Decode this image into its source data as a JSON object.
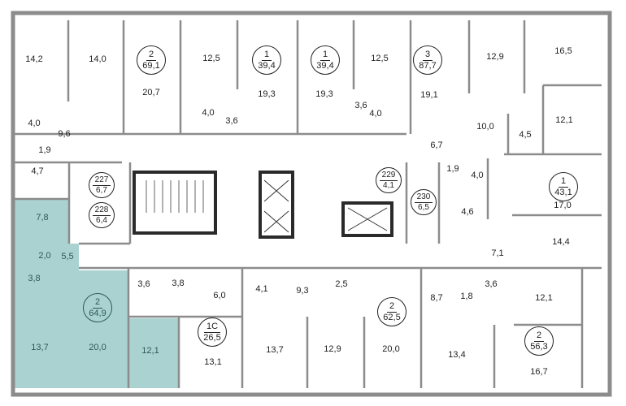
{
  "colors": {
    "highlight": "#a9d2d0",
    "wall": "#8c8c8c",
    "wall_dark": "#2a2a2a"
  },
  "apartments": [
    {
      "id": "apt-2-69",
      "rooms": "2",
      "area": "69,1"
    },
    {
      "id": "apt-1-39a",
      "rooms": "1",
      "area": "39,4"
    },
    {
      "id": "apt-1-39b",
      "rooms": "1",
      "area": "39,4"
    },
    {
      "id": "apt-3-87",
      "rooms": "3",
      "area": "87,7"
    },
    {
      "id": "apt-1-43",
      "rooms": "1",
      "area": "43,1"
    },
    {
      "id": "apt-2-64",
      "rooms": "2",
      "area": "64,9",
      "highlighted": true
    },
    {
      "id": "apt-1c-26",
      "rooms": "1С",
      "area": "26,5"
    },
    {
      "id": "apt-2-62",
      "rooms": "2",
      "area": "62,5"
    },
    {
      "id": "apt-2-56",
      "rooms": "2",
      "area": "56,3"
    }
  ],
  "storage": [
    {
      "num": "227",
      "area": "6,7"
    },
    {
      "num": "228",
      "area": "6,4"
    },
    {
      "num": "229",
      "area": "4,1"
    },
    {
      "num": "230",
      "area": "6,5"
    }
  ],
  "rooms": [
    "14,2",
    "14,0",
    "20,7",
    "12,5",
    "19,3",
    "19,3",
    "12,5",
    "19,1",
    "12,9",
    "16,5",
    "12,1",
    "10,0",
    "4,5",
    "6,7",
    "4,0",
    "3,6",
    "3,6",
    "4,0",
    "4,0",
    "9,6",
    "1,9",
    "4,7",
    "17,0",
    "1,9",
    "4,0",
    "4,6",
    "14,4",
    "7,1",
    "7,8",
    "2,0",
    "5,5",
    "3,8",
    "13,7",
    "20,0",
    "12,1",
    "3,6",
    "3,8",
    "6,0",
    "13,1",
    "4,1",
    "9,3",
    "13,7",
    "2,5",
    "12,9",
    "20,0",
    "8,7",
    "1,8",
    "3,6",
    "12,1",
    "13,4",
    "16,7"
  ]
}
